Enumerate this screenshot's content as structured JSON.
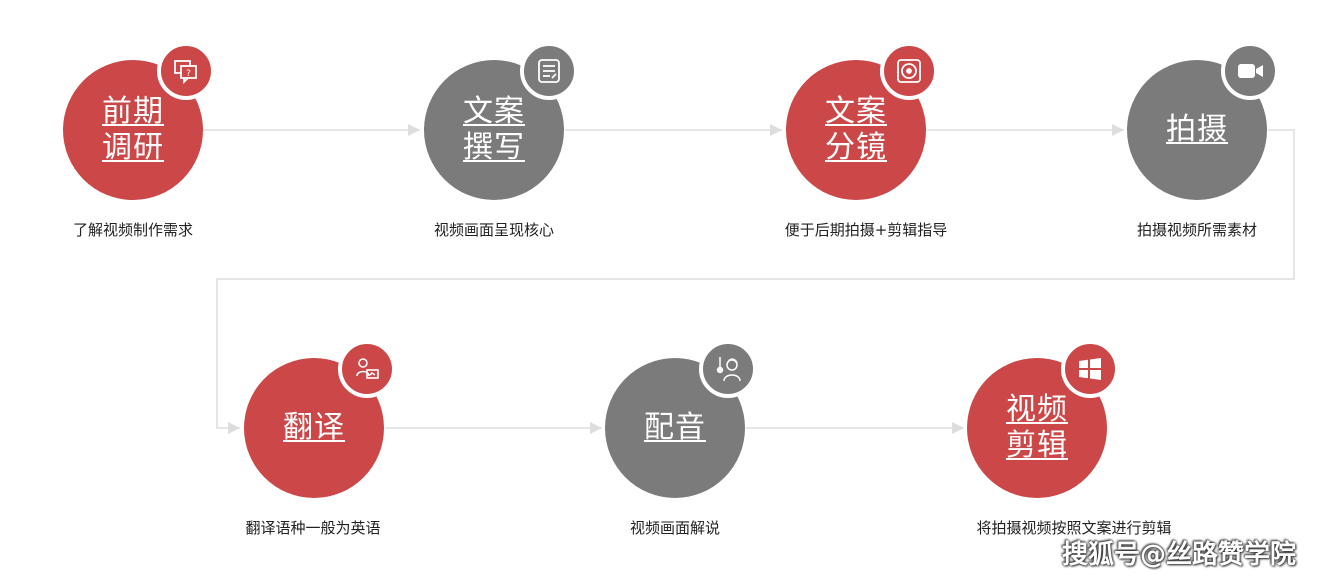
{
  "steps": [
    {
      "title": "前期\n调研",
      "desc": "了解视频制作需求",
      "color": "#cc4747",
      "icon": "question-chat-icon"
    },
    {
      "title": "文案\n撰写",
      "desc": "视频画面呈现核心",
      "color": "#7b7b7b",
      "icon": "document-edit-icon"
    },
    {
      "title": "文案\n分镜",
      "desc": "便于后期拍摄+剪辑指导",
      "color": "#cc4747",
      "icon": "disc-icon"
    },
    {
      "title": "拍摄",
      "desc": "拍摄视频所需素材",
      "color": "#7b7b7b",
      "icon": "video-camera-icon"
    },
    {
      "title": "翻译",
      "desc": "翻译语种一般为英语",
      "color": "#cc4747",
      "icon": "translator-icon"
    },
    {
      "title": "配音",
      "desc": "视频画面解说",
      "color": "#7b7b7b",
      "icon": "voice-actor-icon"
    },
    {
      "title": "视频\n剪辑",
      "desc": "将拍摄视频按照文案进行剪辑",
      "color": "#cc4747",
      "icon": "windows-icon"
    }
  ],
  "watermark": "搜狐号@丝路赞学院"
}
